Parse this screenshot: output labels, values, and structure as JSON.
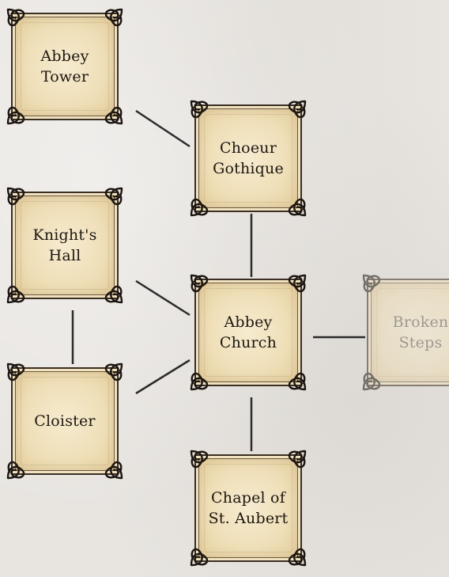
{
  "rooms": {
    "abbey_tower": {
      "label": "Abbey\nTower"
    },
    "choeur_gothique": {
      "label": "Choeur\nGothique"
    },
    "knights_hall": {
      "label": "Knight's\nHall"
    },
    "abbey_church": {
      "label": "Abbey\nChurch"
    },
    "broken_steps": {
      "label": "Broken\nSteps"
    },
    "cloister": {
      "label": "Cloister"
    },
    "chapel_st_aubert": {
      "label": "Chapel of\nSt. Aubert"
    }
  },
  "colors": {
    "tile": "#f1e3c0",
    "border": "#3b2e22",
    "connector": "#2b2b2b",
    "background": "#e8e5e1"
  }
}
